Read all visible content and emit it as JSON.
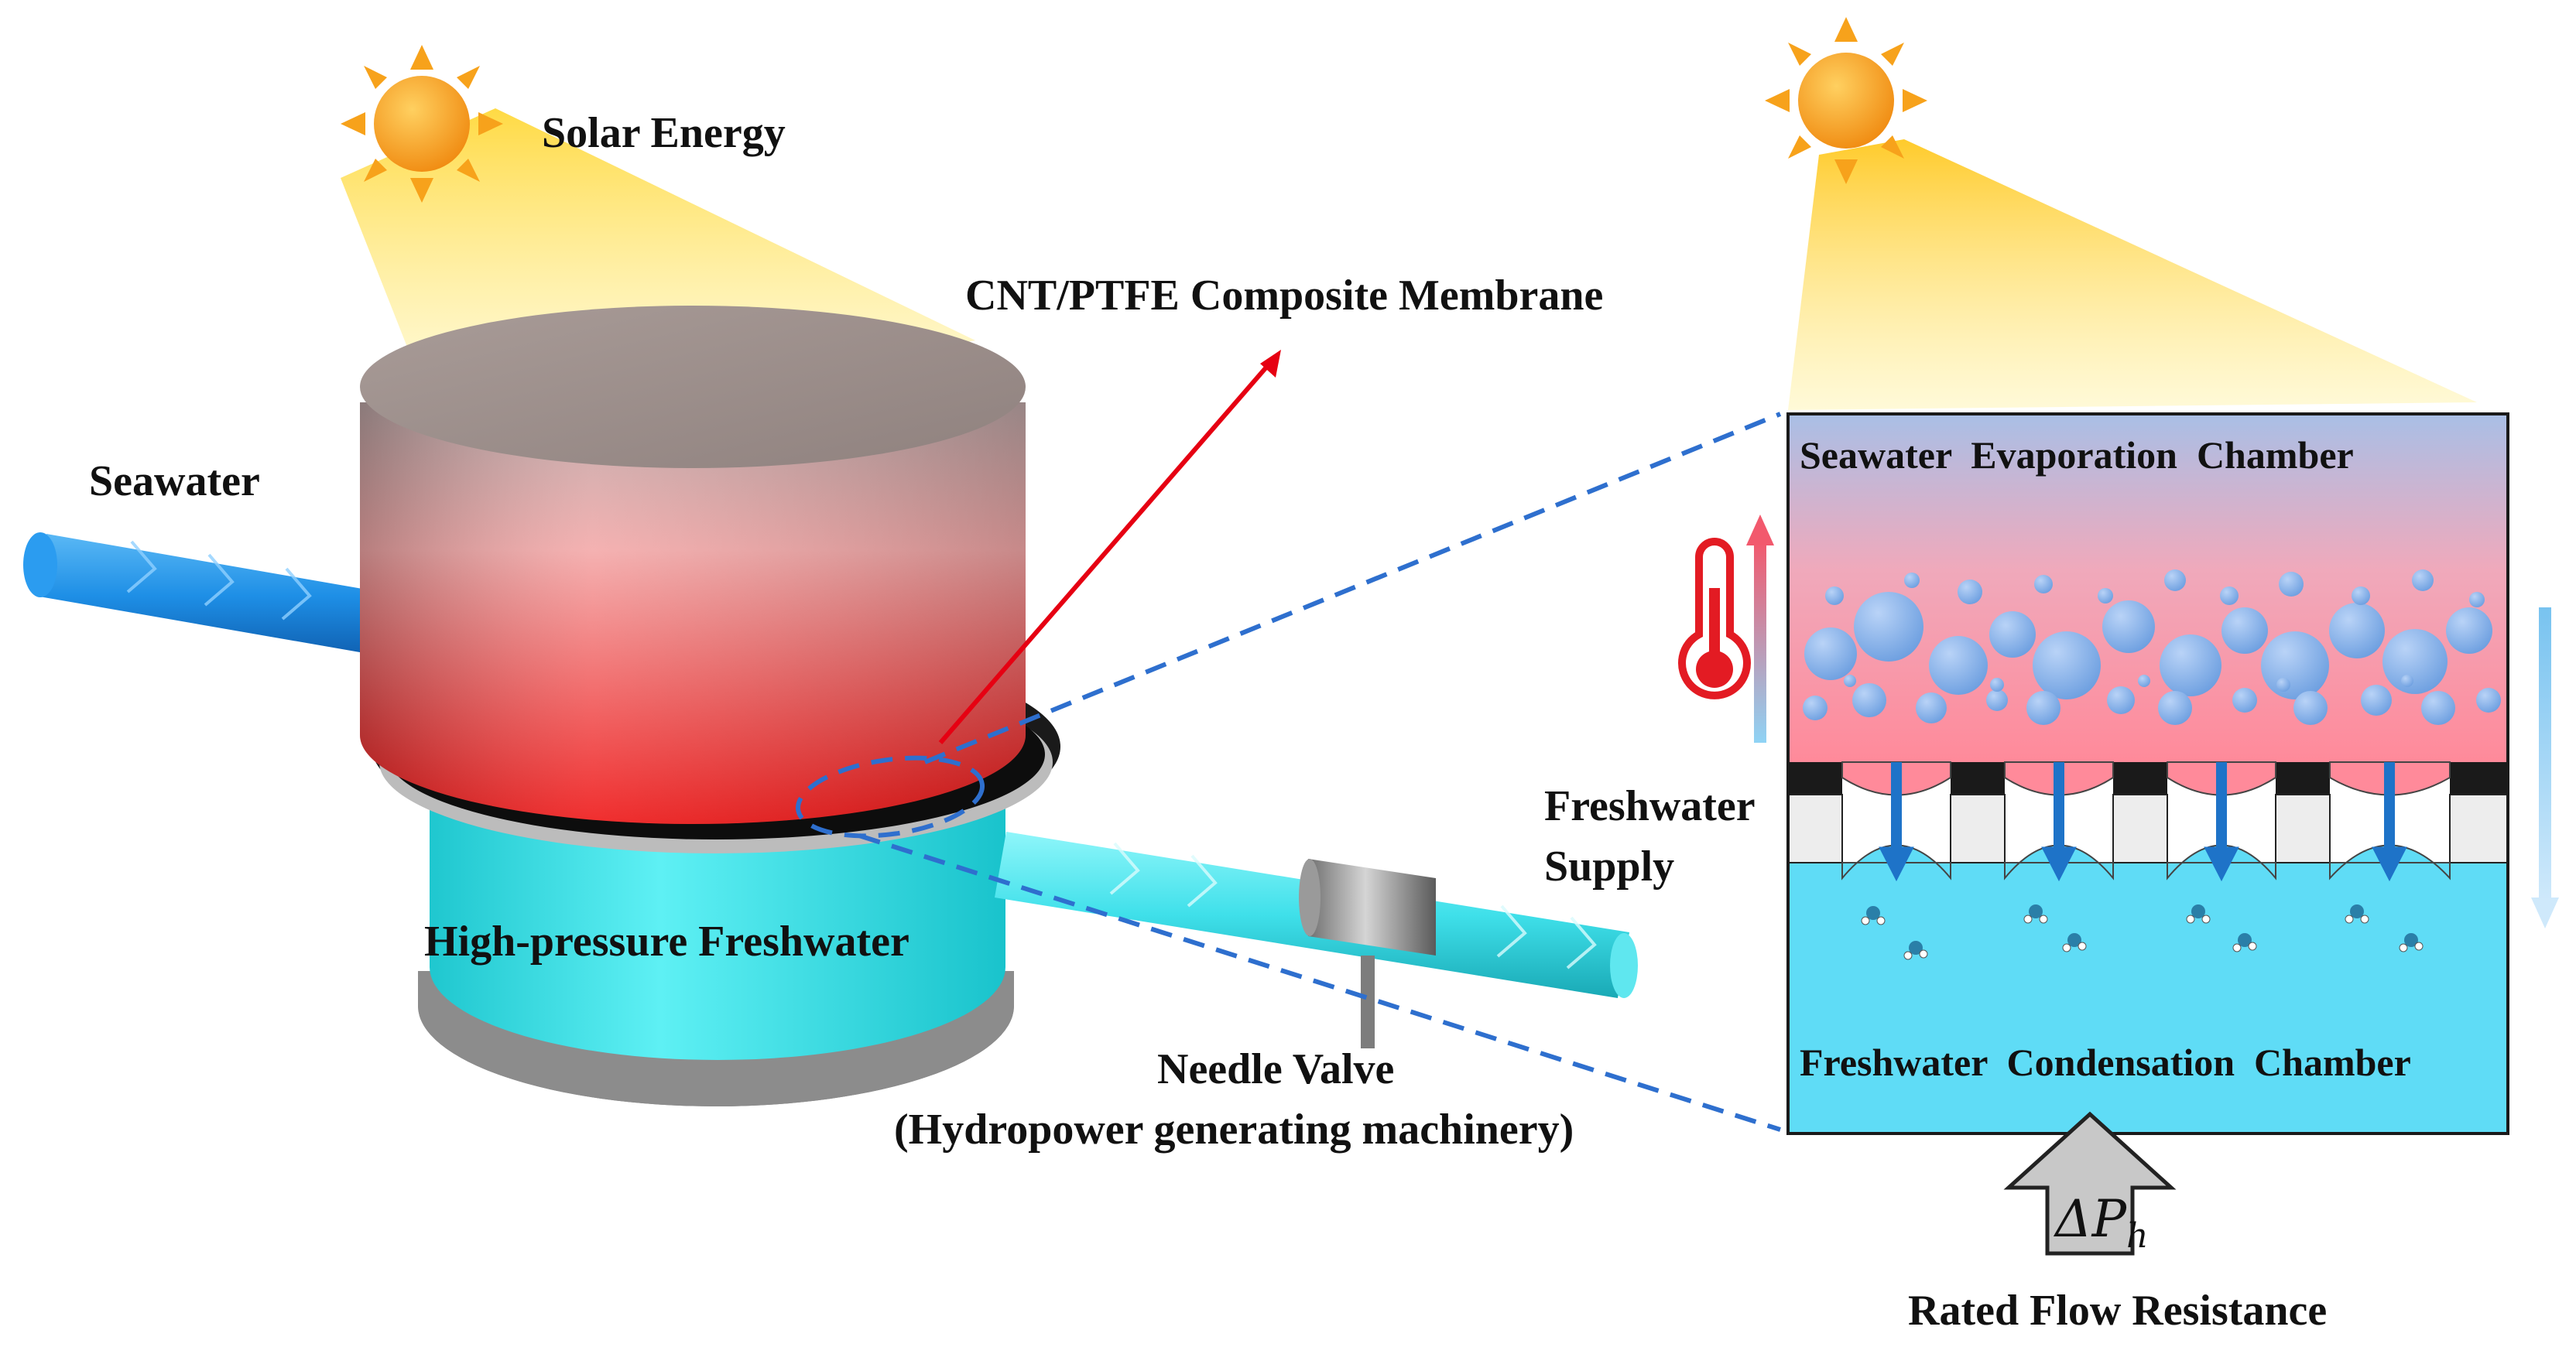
{
  "labels": {
    "solar_energy": "Solar Energy",
    "membrane": "CNT/PTFE Composite Membrane",
    "seawater": "Seawater",
    "high_pressure": "High-pressure Freshwater",
    "freshwater_supply_line1": "Freshwater",
    "freshwater_supply_line2": "Supply",
    "needle_valve_line1": "Needle Valve",
    "needle_valve_line2": "(Hydropower generating machinery)",
    "evaporation_chamber": "Seawater  Evaporation  Chamber",
    "condensation_chamber": "Freshwater  Condensation  Chamber",
    "pressure_symbol": "ΔP",
    "pressure_subscript": "h",
    "rated_flow": "Rated Flow Resistance"
  },
  "colors": {
    "sun": "#f7a21b",
    "seawater_pipe": "#1e8fe6",
    "freshwater": "#3fe0ea",
    "chamber_hot": "#ff8a9a",
    "chamber_top": "#a9bfe6",
    "condensation": "#5fdcf6",
    "pointer_red": "#e60012",
    "dashed_blue": "#2e6fce",
    "thermometer": "#e31b23"
  }
}
